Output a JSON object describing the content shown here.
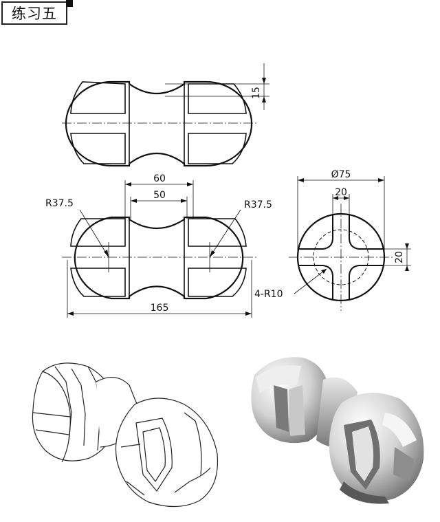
{
  "title": "练习五",
  "dimensions": {
    "d15": "15",
    "d60": "60",
    "d50": "50",
    "r_left": "R37.5",
    "r_right": "R37.5",
    "d165": "165",
    "phi75": "Ø75",
    "d20_top": "20",
    "d20_side": "20",
    "r10": "4-R10"
  }
}
